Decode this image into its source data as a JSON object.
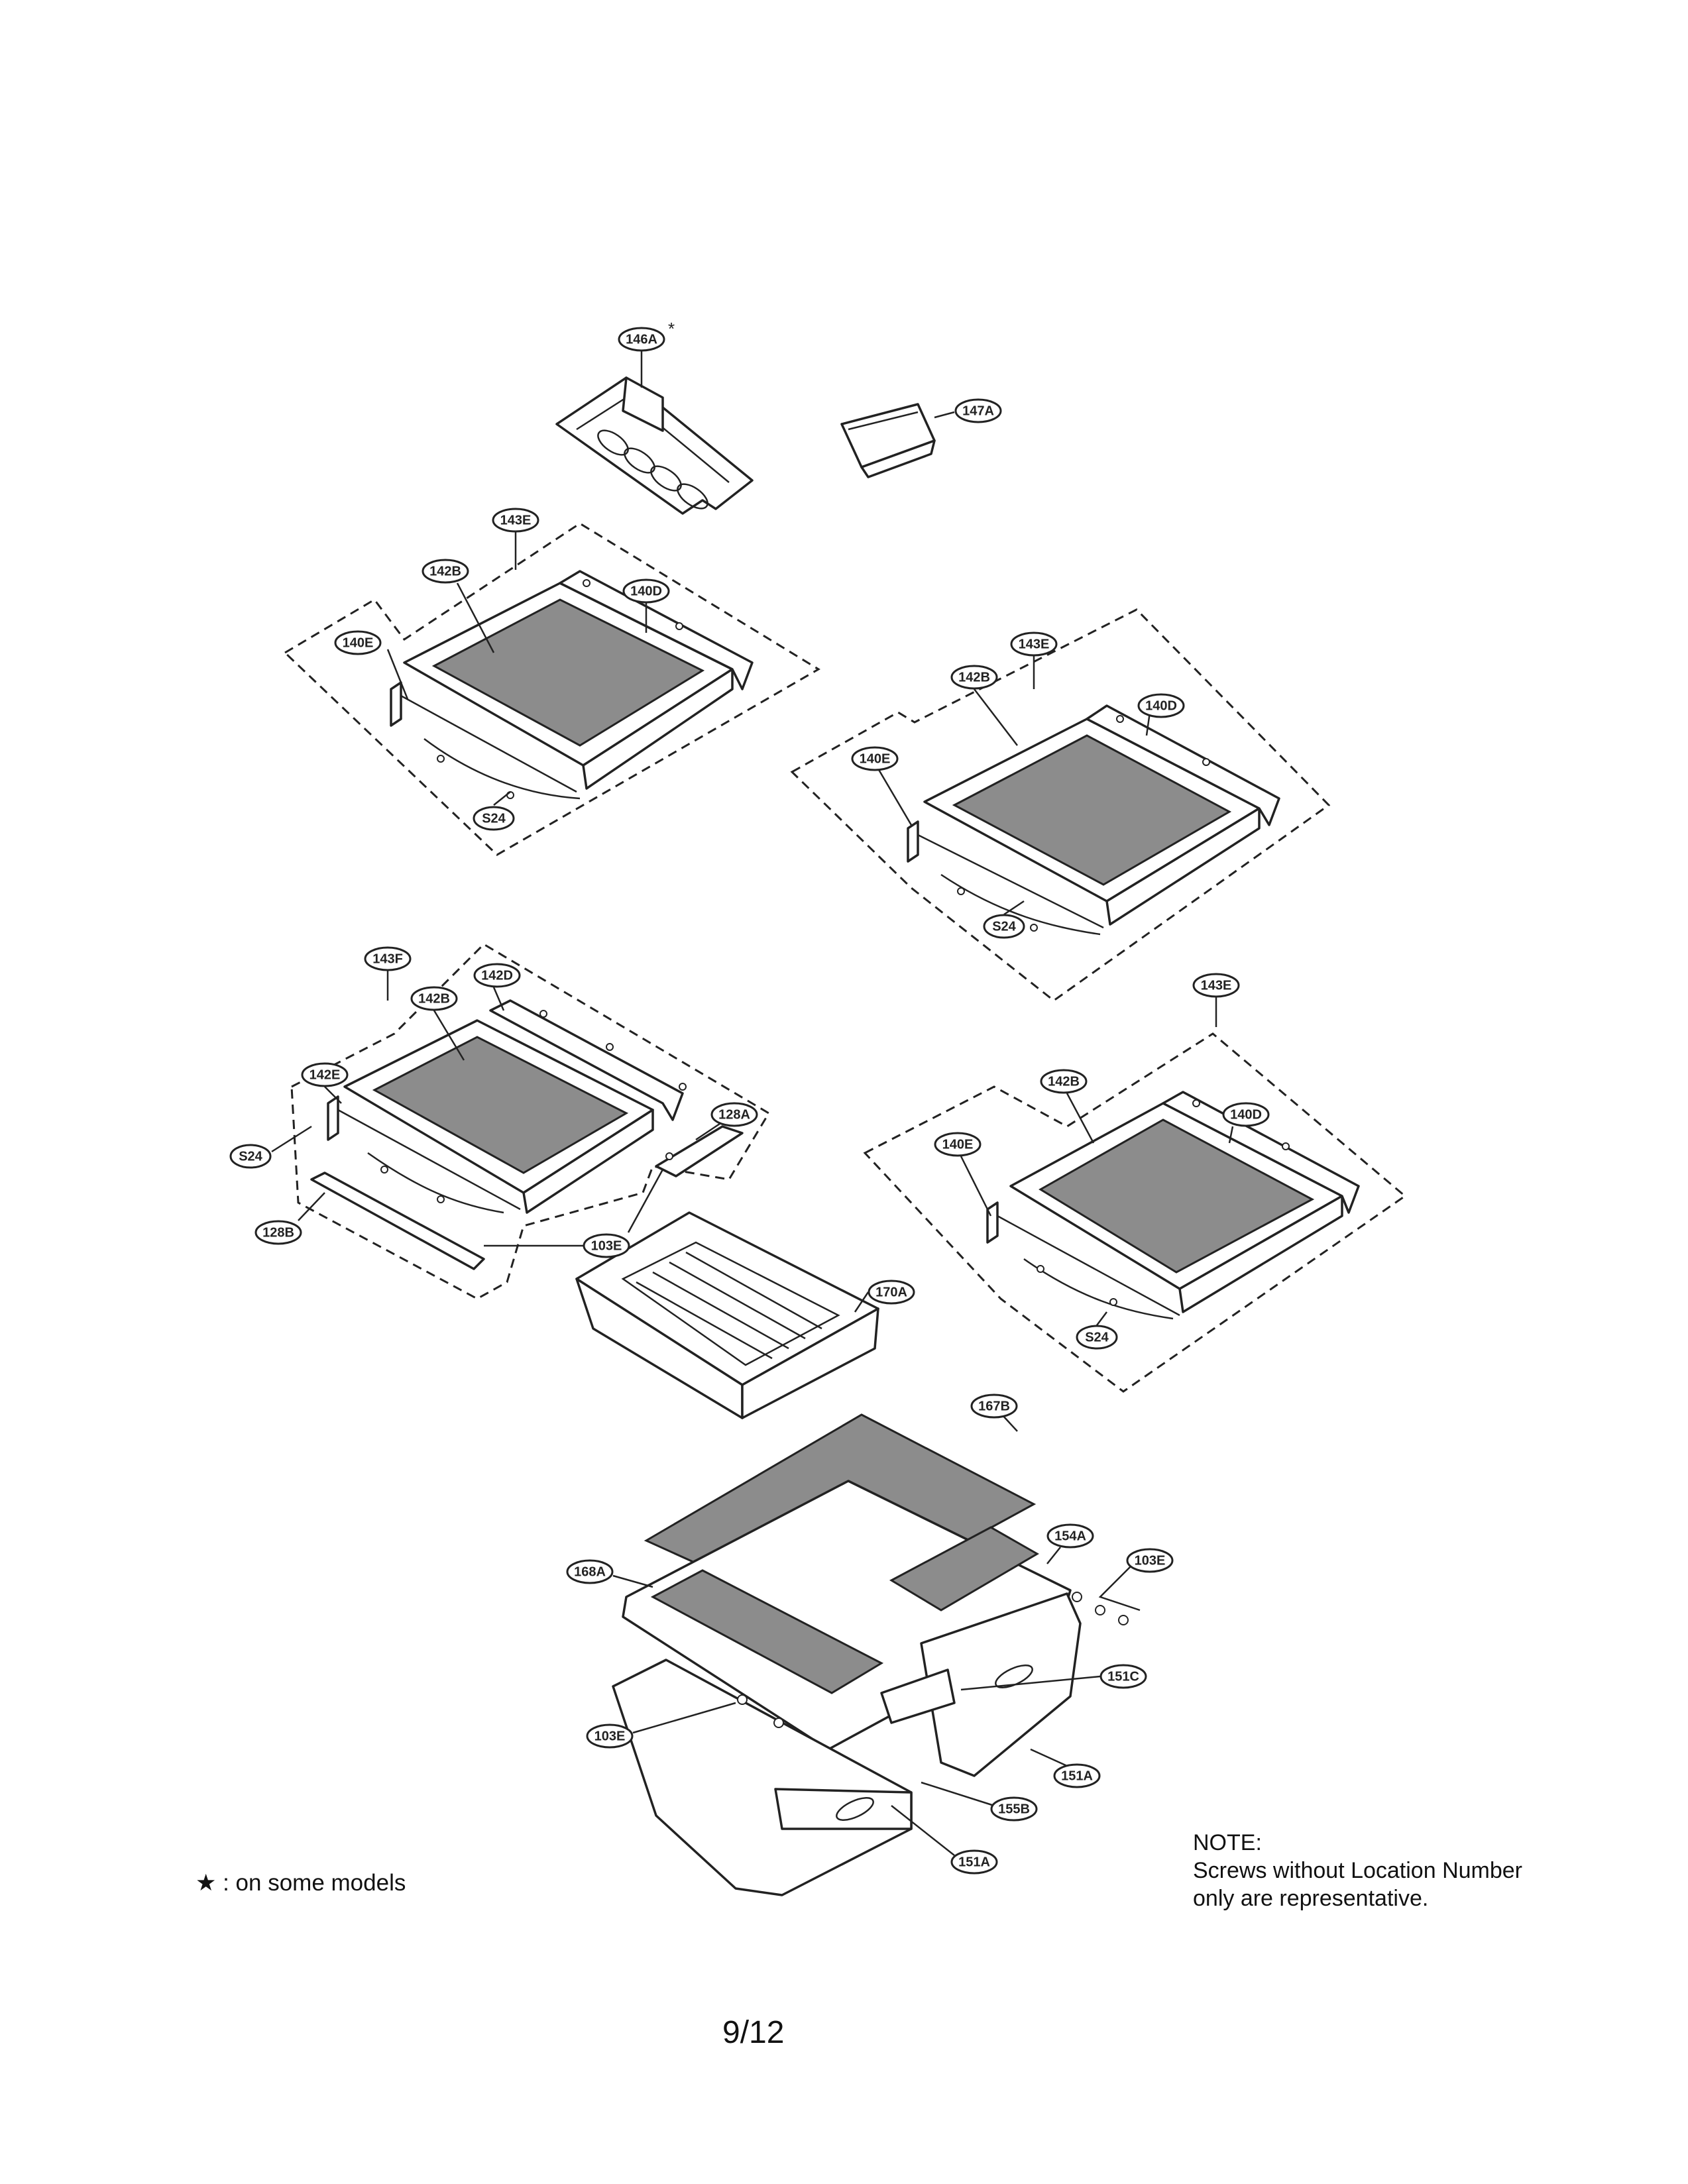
{
  "labels": {
    "l146A": "146A",
    "l147A": "147A",
    "l143E": "143E",
    "l142B": "142B",
    "l140D": "140D",
    "l140E": "140E",
    "lS24": "S24",
    "l143F": "143F",
    "l142D": "142D",
    "l142E": "142E",
    "l128A": "128A",
    "l128B": "128B",
    "l103E": "103E",
    "l170A": "170A",
    "l167B": "167B",
    "l154A": "154A",
    "l168A": "168A",
    "l151C": "151C",
    "l151A": "151A",
    "l155B": "155B"
  },
  "asterisk": "*",
  "note": {
    "heading": "NOTE:",
    "line1": "Screws without Location Number",
    "line2": "only are representative."
  },
  "footnote": "★ : on some models",
  "page_number": "9/12"
}
